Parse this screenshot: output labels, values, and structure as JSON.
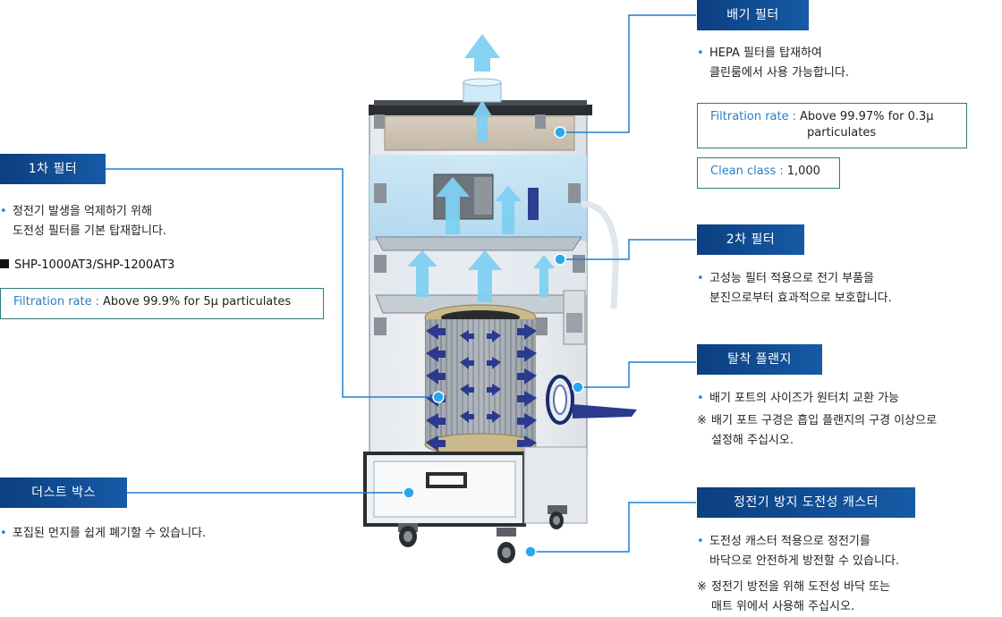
{
  "exhaust_filter": {
    "title": "배기 필터",
    "lines": [
      "HEPA 필터를 탑재하여",
      "클린룸에서 사용 가능합니다."
    ],
    "spec1_key": "Filtration rate",
    "spec1_value_line1": "Above 99.97% for 0.3μ",
    "spec1_value_line2": "particulates",
    "spec2_key": "Clean class",
    "spec2_value": "1,000"
  },
  "primary_filter": {
    "title": "1차 필터",
    "lines": [
      "정전기 발생을 억제하기 위해",
      "도전성 필터를 기본 탑재합니다."
    ],
    "model": "SHP-1000AT3/SHP-1200AT3",
    "spec_key": "Filtration rate",
    "spec_value": "Above 99.9% for 5μ particulates"
  },
  "secondary_filter": {
    "title": "2차 필터",
    "lines": [
      "고성능 필터 적용으로 전기 부품을",
      "분진으로부터 효과적으로 보호합니다."
    ]
  },
  "flange": {
    "title": "탈착 플랜지",
    "bullet": "배기 포트의 사이즈가 원터치 교환 가능",
    "note_mark": "※",
    "note_lines": [
      "배기 포트 구경은 흡입 플랜지의 구경 이상으로",
      "설정해 주십시오."
    ]
  },
  "dust_box": {
    "title": "더스트 박스",
    "bullet": "포집된 먼지를 쉽게 폐기할 수 있습니다."
  },
  "caster": {
    "title": "정전기 방지 도전성 캐스터",
    "lines": [
      "도전성 캐스터 적용으로 정전기를",
      "바닥으로 안전하게 방전할 수 있습니다."
    ],
    "note_mark": "※",
    "note_lines": [
      "정전기 방전을 위해 도전성 바닥 또는",
      "매트 위에서 사용해 주십시오."
    ]
  },
  "colors": {
    "tag_dark": "#0b3f80",
    "tag_light": "#175aa6",
    "leader_line": "#1f7fd3",
    "leader_dot": "#29a8ec",
    "airflow": "#7fd0f2",
    "intake_arrow": "#2b3a8f",
    "box_border": "#2d7b79"
  }
}
